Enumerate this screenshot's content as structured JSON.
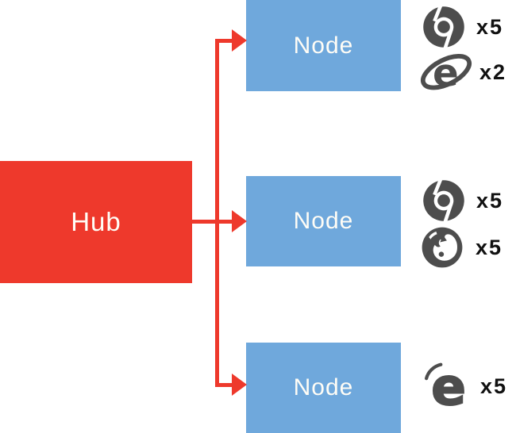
{
  "hub": {
    "label": "Hub"
  },
  "nodes": [
    {
      "label": "Node",
      "browsers": [
        {
          "icon": "chrome-icon",
          "count": "x5"
        },
        {
          "icon": "ie-icon",
          "count": "x2"
        }
      ]
    },
    {
      "label": "Node",
      "browsers": [
        {
          "icon": "chrome-icon",
          "count": "x5"
        },
        {
          "icon": "firefox-icon",
          "count": "x5"
        }
      ]
    },
    {
      "label": "Node",
      "browsers": [
        {
          "icon": "edge-icon",
          "count": "x5"
        }
      ]
    }
  ],
  "colors": {
    "hub_red": "#EE392C",
    "connector_red": "#EE392C",
    "node_blue": "#6FA8DC",
    "icon_gray": "#4D4D4D",
    "count_black": "#111111",
    "box_text_white": "#FFFDF6"
  }
}
